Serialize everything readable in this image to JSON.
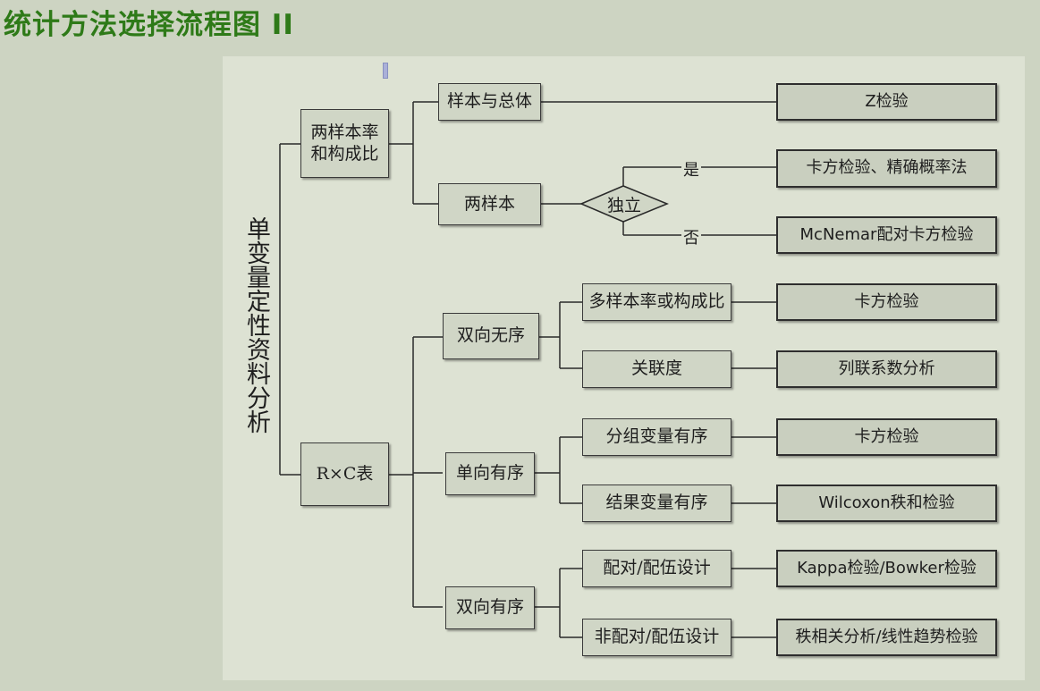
{
  "title": "统计方法选择流程图 II",
  "root": "单变量定性资料分析",
  "level1": [
    "两样本率\n和构成比",
    "R×C表"
  ],
  "level2": [
    "样本与总体",
    "两样本",
    "双向无序",
    "单向有序",
    "双向有序"
  ],
  "decision": "独立",
  "branch_labels": [
    "是",
    "否"
  ],
  "level3": [
    "多样本率或构成比",
    "关联度",
    "分组变量有序",
    "结果变量有序",
    "配对/配伍设计",
    "非配对/配伍设计"
  ],
  "results": [
    "Z检验",
    "卡方检验、精确概率法",
    "McNemar配对卡方检验",
    "卡方检验",
    "列联系数分析",
    "卡方检验",
    "Wilcoxon秩和检验",
    "Kappa检验/Bowker检验",
    "秩相关分析/线性趋势检验"
  ]
}
